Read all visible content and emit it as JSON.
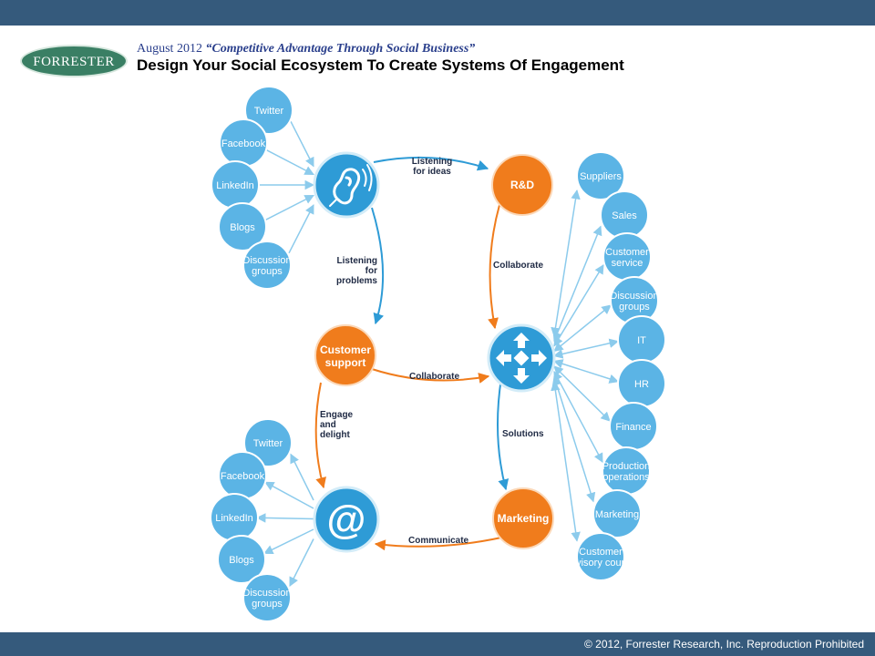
{
  "header": {
    "logo_text": "FORRESTER",
    "subtitle_date": "August 2012",
    "subtitle_report": "“Competitive Advantage Through Social Business”",
    "title": "Design Your Social Ecosystem To Create Systems Of Engagement"
  },
  "listen_sources": [
    "Twitter",
    "Facebook",
    "LinkedIn",
    "Blogs",
    "Discussion groups"
  ],
  "engage_channels": [
    "Twitter",
    "Facebook",
    "LinkedIn",
    "Blogs",
    "Discussion groups"
  ],
  "stakeholders": [
    "Suppliers",
    "Sales",
    "Customer service",
    "Discussion groups",
    "IT",
    "HR",
    "Finance",
    "Production operations",
    "Marketing",
    "Customer advisory council"
  ],
  "nodes": {
    "rd": "R&D",
    "customer_support": "Customer support",
    "marketing": "Marketing"
  },
  "flows": {
    "listening_ideas": "Listening for ideas",
    "listening_problems": "Listening for problems",
    "collaborate_rd": "Collaborate",
    "collaborate_support": "Collaborate",
    "engage": "Engage and delight",
    "solutions": "Solutions",
    "communicate": "Communicate"
  },
  "colors": {
    "blue": "#2e9bd6",
    "light_blue": "#5bb4e5",
    "orange": "#f07c1c",
    "arrow": "#8ccbec"
  },
  "icons": {
    "listening": "ear-icon",
    "collaboration": "arrows-hub-icon",
    "engagement": "at-sign-icon"
  },
  "footer": {
    "copyright": "© 2012, Forrester Research, Inc. Reproduction Prohibited"
  }
}
